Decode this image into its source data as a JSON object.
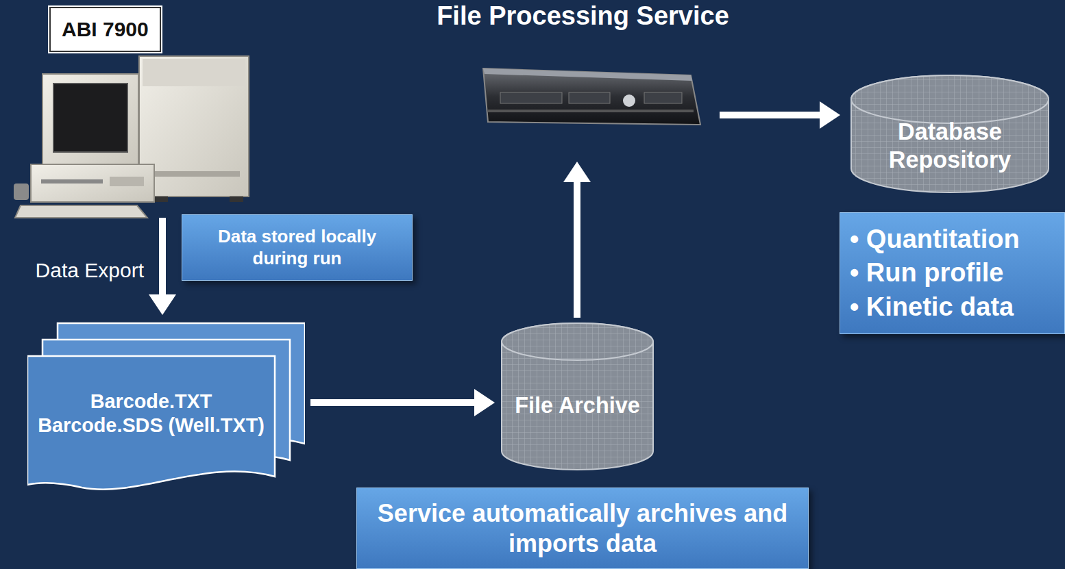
{
  "diagram": {
    "nodes": [
      {
        "text": [
          "ABI 7900"
        ]
      },
      {
        "text": [
          "Data stored locally during run"
        ]
      },
      {
        "text": [
          "Barcode.TXT Barcode.SDS (Well.TXT)"
        ]
      },
      {
        "text": [
          "File Archive"
        ]
      },
      {
        "text": [
          "File Processing Service"
        ]
      },
      {
        "text": [
          "Database Repository"
        ]
      },
      {
        "text": [
          "• Quantitation",
          "• Run profile",
          "• Kinetic data"
        ]
      },
      {
        "text": [
          "Service automatically archives and imports data"
        ]
      }
    ],
    "edges": [
      {
        "from": 0,
        "to": 2,
        "arrow": "to",
        "label": "Data Export"
      },
      {
        "from": 2,
        "to": 3,
        "arrow": "to"
      },
      {
        "from": 3,
        "to": 4,
        "arrow": "to"
      },
      {
        "from": 4,
        "to": 5,
        "arrow": "to"
      }
    ]
  }
}
